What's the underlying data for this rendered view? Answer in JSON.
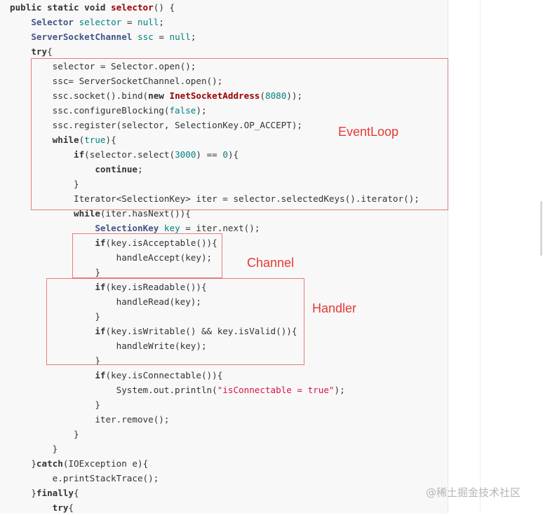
{
  "editor": {
    "lines": [
      {
        "parts": [
          {
            "t": "public static void ",
            "c": "kw"
          },
          {
            "t": "selector",
            "c": "fn"
          },
          {
            "t": "() {",
            "c": ""
          }
        ]
      },
      {
        "parts": [
          {
            "t": "    "
          },
          {
            "t": "Selector",
            "c": "ty"
          },
          {
            "t": " selector",
            "c": "vr"
          },
          {
            "t": " = "
          },
          {
            "t": "null",
            "c": "vr"
          },
          {
            "t": ";"
          }
        ]
      },
      {
        "parts": [
          {
            "t": "    "
          },
          {
            "t": "ServerSocketChannel",
            "c": "ty"
          },
          {
            "t": " ssc",
            "c": "vr"
          },
          {
            "t": " = "
          },
          {
            "t": "null",
            "c": "vr"
          },
          {
            "t": ";"
          }
        ]
      },
      {
        "parts": [
          {
            "t": "    "
          },
          {
            "t": "try",
            "c": "kw"
          },
          {
            "t": "{"
          }
        ]
      },
      {
        "parts": [
          {
            "t": "        selector = Selector.open();"
          }
        ]
      },
      {
        "parts": [
          {
            "t": "        ssc= ServerSocketChannel.open();"
          }
        ]
      },
      {
        "parts": [
          {
            "t": "        ssc.socket().bind("
          },
          {
            "t": "new",
            "c": "kw"
          },
          {
            "t": " "
          },
          {
            "t": "InetSocketAddress",
            "c": "cls"
          },
          {
            "t": "("
          },
          {
            "t": "8080",
            "c": "nm"
          },
          {
            "t": "));"
          }
        ]
      },
      {
        "parts": [
          {
            "t": "        ssc.configureBlocking("
          },
          {
            "t": "false",
            "c": "vr"
          },
          {
            "t": ");"
          }
        ]
      },
      {
        "parts": [
          {
            "t": "        ssc.register(selector, SelectionKey.OP_ACCEPT);"
          }
        ]
      },
      {
        "parts": [
          {
            "t": "        "
          },
          {
            "t": "while",
            "c": "kw"
          },
          {
            "t": "("
          },
          {
            "t": "true",
            "c": "vr"
          },
          {
            "t": "){"
          }
        ]
      },
      {
        "parts": [
          {
            "t": "            "
          },
          {
            "t": "if",
            "c": "kw"
          },
          {
            "t": "(selector.select("
          },
          {
            "t": "3000",
            "c": "nm"
          },
          {
            "t": ") == "
          },
          {
            "t": "0",
            "c": "nm"
          },
          {
            "t": "){"
          }
        ]
      },
      {
        "parts": [
          {
            "t": "                "
          },
          {
            "t": "continue",
            "c": "kw"
          },
          {
            "t": ";"
          }
        ]
      },
      {
        "parts": [
          {
            "t": "            }"
          }
        ]
      },
      {
        "parts": [
          {
            "t": "            Iterator<SelectionKey> iter = selector.selectedKeys().iterator();"
          }
        ]
      },
      {
        "parts": [
          {
            "t": "            "
          },
          {
            "t": "while",
            "c": "kw"
          },
          {
            "t": "(iter.hasNext()){"
          }
        ]
      },
      {
        "parts": [
          {
            "t": "                "
          },
          {
            "t": "SelectionKey",
            "c": "ty"
          },
          {
            "t": " key",
            "c": "vr"
          },
          {
            "t": " = iter.next();"
          }
        ]
      },
      {
        "parts": [
          {
            "t": "                "
          },
          {
            "t": "if",
            "c": "kw"
          },
          {
            "t": "(key.isAcceptable()){"
          }
        ]
      },
      {
        "parts": [
          {
            "t": "                    handleAccept(key);"
          }
        ]
      },
      {
        "parts": [
          {
            "t": "                }"
          }
        ]
      },
      {
        "parts": [
          {
            "t": "                "
          },
          {
            "t": "if",
            "c": "kw"
          },
          {
            "t": "(key.isReadable()){"
          }
        ]
      },
      {
        "parts": [
          {
            "t": "                    handleRead(key);"
          }
        ]
      },
      {
        "parts": [
          {
            "t": "                }"
          }
        ]
      },
      {
        "parts": [
          {
            "t": "                "
          },
          {
            "t": "if",
            "c": "kw"
          },
          {
            "t": "(key.isWritable() && key.isValid()){"
          }
        ]
      },
      {
        "parts": [
          {
            "t": "                    handleWrite(key);"
          }
        ]
      },
      {
        "parts": [
          {
            "t": "                }"
          }
        ]
      },
      {
        "parts": [
          {
            "t": "                "
          },
          {
            "t": "if",
            "c": "kw"
          },
          {
            "t": "(key.isConnectable()){"
          }
        ]
      },
      {
        "parts": [
          {
            "t": "                    System.out.println("
          },
          {
            "t": "\"isConnectable = true\"",
            "c": "st"
          },
          {
            "t": ");"
          }
        ]
      },
      {
        "parts": [
          {
            "t": "                }"
          }
        ]
      },
      {
        "parts": [
          {
            "t": "                iter.remove();"
          }
        ]
      },
      {
        "parts": [
          {
            "t": "            }"
          }
        ]
      },
      {
        "parts": [
          {
            "t": "        }"
          }
        ]
      },
      {
        "parts": [
          {
            "t": "    }"
          },
          {
            "t": "catch",
            "c": "kw"
          },
          {
            "t": "(IOException e){"
          }
        ]
      },
      {
        "parts": [
          {
            "t": "        e.printStackTrace();"
          }
        ]
      },
      {
        "parts": [
          {
            "t": "    }"
          },
          {
            "t": "finally",
            "c": "kw"
          },
          {
            "t": "{"
          }
        ]
      },
      {
        "parts": [
          {
            "t": "        "
          },
          {
            "t": "try",
            "c": "kw"
          },
          {
            "t": "{"
          }
        ]
      }
    ]
  },
  "annotations": {
    "eventloop_label": "EventLoop",
    "channel_label": "Channel",
    "handler_label": "Handler"
  },
  "watermark": "@稀土掘金技术社区",
  "colors": {
    "box_border": "#ea7a7a",
    "label": "#e53935",
    "code_background": "#f8f8f8"
  }
}
